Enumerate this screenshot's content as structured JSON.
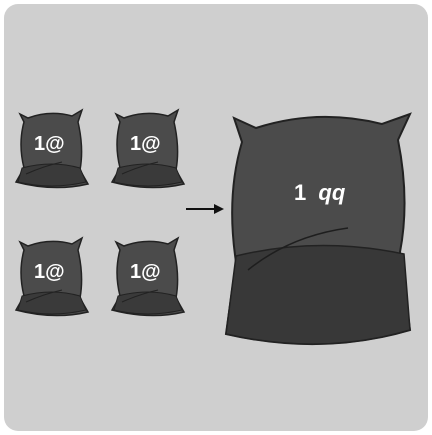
{
  "small_sacks": [
    {
      "label": "1@"
    },
    {
      "label": "1@"
    },
    {
      "label": "1@"
    },
    {
      "label": "1@"
    }
  ],
  "large_sack": {
    "label_number": "1",
    "label_unit": "qq"
  },
  "arrow": {
    "icon": "right-arrow-icon"
  },
  "colors": {
    "background": "#cfcfcf",
    "sack_fill": "#4b4b4b",
    "sack_dark": "#383838",
    "outline": "#222222",
    "label": "#ffffff"
  }
}
